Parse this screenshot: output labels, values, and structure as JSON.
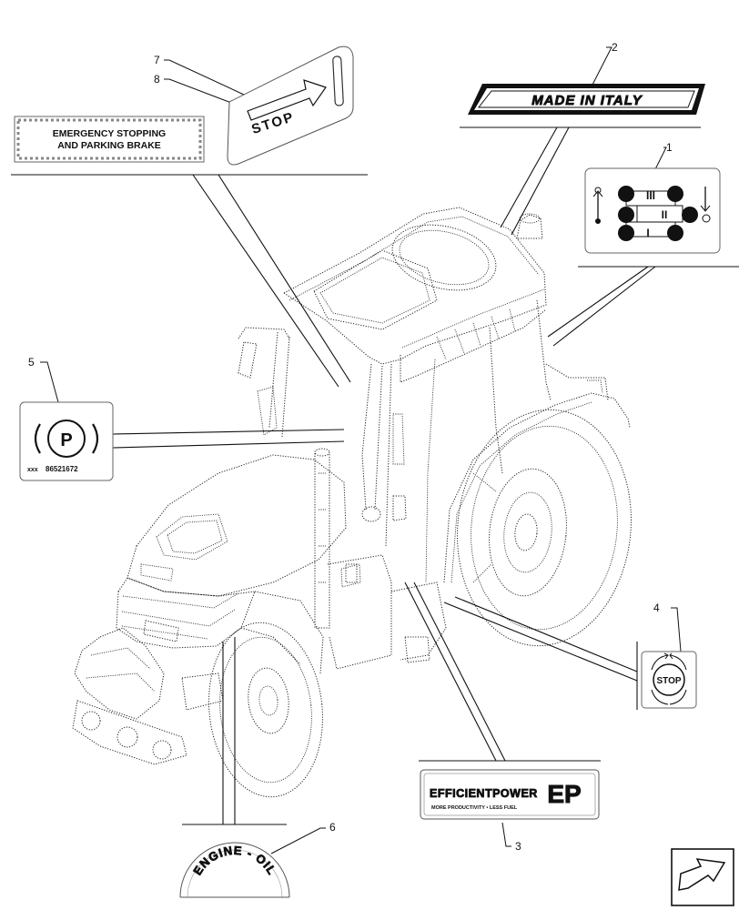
{
  "callouts": [
    "1",
    "2",
    "3",
    "4",
    "5",
    "6",
    "7",
    "8"
  ],
  "decals": {
    "emergency": {
      "line1": "EMERGENCY STOPPING",
      "line2": "AND PARKING BRAKE"
    },
    "stop_lever": {
      "text": "STOP"
    },
    "made_in_italy": {
      "text": "MADE IN ITALY"
    },
    "gear_range": {
      "roman3": "III",
      "roman2": "II",
      "roman1": "I"
    },
    "parking_brake": {
      "symbol": "P",
      "prefix": "xxx",
      "part_number": "86521672"
    },
    "stop_button": {
      "text": "STOP"
    },
    "efficient_power": {
      "title": "EFFICIENTPOWER",
      "logo": "EP",
      "tagline": "MORE PRODUCTIVITY • LESS FUEL"
    },
    "engine_oil": {
      "text": "ENGINE - OIL"
    }
  },
  "nav": {
    "icon": "next-page-arrow-icon"
  },
  "colors": {
    "ink": "#111111",
    "decal_border": "#666666"
  }
}
